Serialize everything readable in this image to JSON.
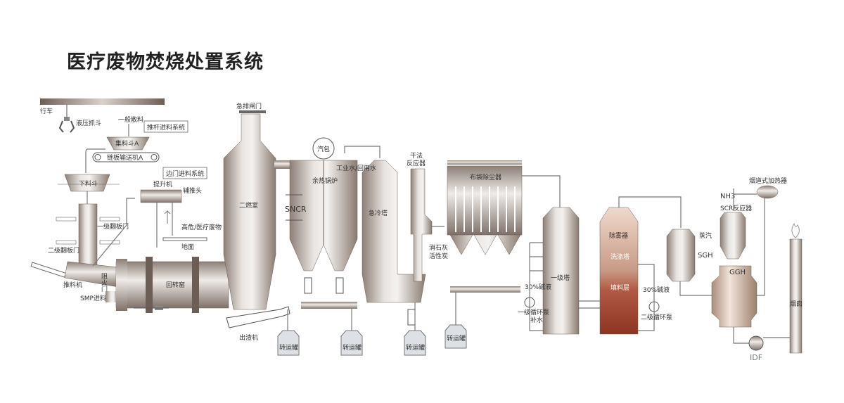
{
  "title": "医疗废物焚烧处置系统",
  "labels": {
    "crane": "行车",
    "grab": "液压抓斗",
    "bulk": "一般散料",
    "push_feed": "推杆进料系统",
    "hopper_a": "集料斗A",
    "conveyor_a": "链板输送机A",
    "lower_hopper": "下料斗",
    "gate1": "一级翻板门",
    "gate2": "二级翻板门",
    "pusher": "推料机",
    "fire_gate": "阻火门",
    "smp": "SMP进料",
    "kiln": "回转窑",
    "side_feed": "边门进料系统",
    "lifter": "提升机",
    "aux_push": "辅推头",
    "medical_waste": "高危/医疗废物",
    "ground": "地面",
    "emergency_gate": "急排闸门",
    "secondary": "二燃室",
    "slag": "出渣机",
    "drum": "汽包",
    "boiler": "余热锅炉",
    "sncr": "SNCR",
    "water": "工业水/回用水",
    "quench": "急冷塔",
    "dry_reactor_1": "干法",
    "dry_reactor_2": "反应器",
    "lime": "消石灰",
    "carbon": "活性炭",
    "baghouse": "布袋除尘器",
    "transfer": "转运罐",
    "tower1": "一级塔",
    "alkali1": "30%碱液",
    "pump1": "一级循环泵",
    "makeup": "补水",
    "demister": "除雾器",
    "scrubber": "洗涤塔",
    "packing": "填料层",
    "alkali2": "30%碱液",
    "pump2": "二级循环泵",
    "steam": "蒸汽",
    "sgh": "SGH",
    "nh3": "NH3",
    "scr": "SCR反应器",
    "duct_heater": "烟道式加热器",
    "ggh": "GGH",
    "idf": "IDF",
    "stack": "烟囱"
  },
  "colors": {
    "metal": "#b5aaa2",
    "dark": "#8a7b70",
    "scrubber_bottom": "#a0442e"
  }
}
